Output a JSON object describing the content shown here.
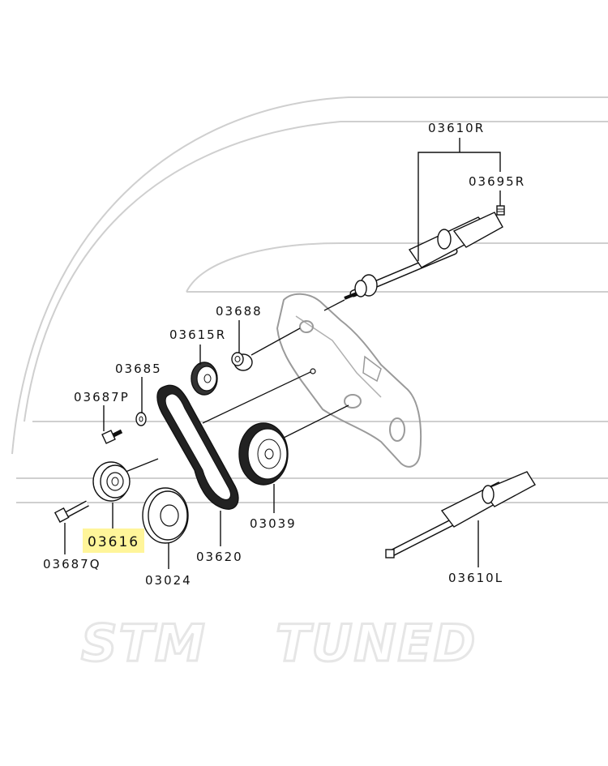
{
  "watermark": {
    "left": "STM",
    "right": "TUNED"
  },
  "highlight_color": "#fff59a",
  "labels": {
    "p03610R": "03610R",
    "p03695R": "03695R",
    "p03688": "03688",
    "p03615R": "03615R",
    "p03685": "03685",
    "p03687P": "03687P",
    "p03616": "03616",
    "p03687Q": "03687Q",
    "p03024": "03024",
    "p03620": "03620",
    "p03039": "03039",
    "p03610L": "03610L"
  }
}
